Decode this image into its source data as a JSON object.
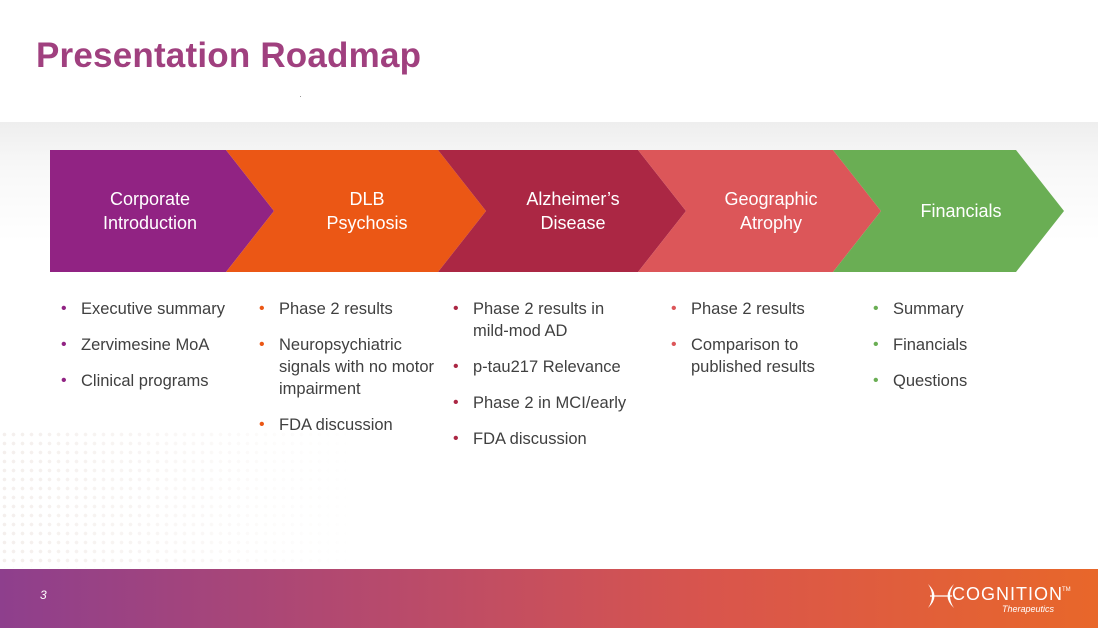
{
  "title": "Presentation Roadmap",
  "colors": {
    "title": "#a0407f",
    "stage1": "#912383",
    "stage2": "#eb5715",
    "stage3": "#ab2744",
    "stage4": "#dc5659",
    "stage5": "#6aae54"
  },
  "stages": [
    {
      "line1": "Corporate",
      "line2": "Introduction",
      "bullets": [
        "Executive summary",
        "Zervimesine MoA",
        "Clinical programs"
      ]
    },
    {
      "line1": "DLB",
      "line2": "Psychosis",
      "bullets": [
        "Phase 2 results",
        "Neuropsychiatric signals with no motor impairment",
        "FDA discussion"
      ]
    },
    {
      "line1": "Alzheimer’s",
      "line2": "Disease",
      "bullets": [
        "Phase 2 results in mild-mod AD",
        "p-tau217 Relevance",
        "Phase 2 in MCI/early",
        "FDA discussion"
      ]
    },
    {
      "line1": "Geographic",
      "line2": "Atrophy",
      "bullets": [
        "Phase 2 results",
        "Comparison to published results"
      ]
    },
    {
      "line1": "Financials",
      "line2": "",
      "bullets": [
        "Summary",
        "Financials",
        "Questions"
      ]
    }
  ],
  "footer": {
    "page_number": "3",
    "logo_name": "COGNITION",
    "logo_tm": "TM",
    "logo_sub": "Therapeutics"
  }
}
